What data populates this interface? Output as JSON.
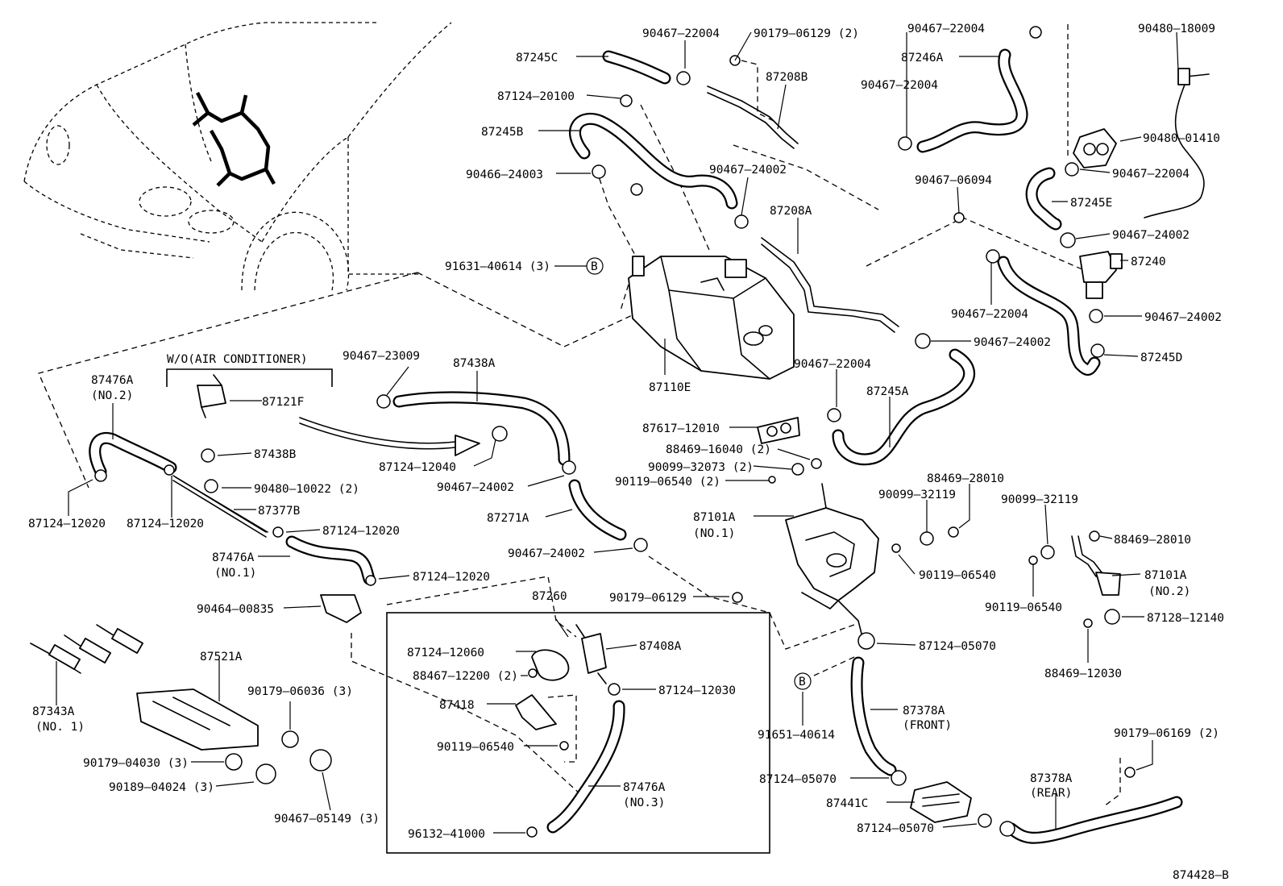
{
  "diagram_id": "874428–B",
  "section_heading": "W/O(AIR CONDITIONER)",
  "ref_marker": "B",
  "labels": {
    "87245C": "87245C",
    "90467_22004_a": "90467–22004",
    "90179_06129_2": "90179–06129 (2)",
    "87208B": "87208B",
    "87124_20100": "87124–20100",
    "87245B": "87245B",
    "90466_24003": "90466–24003",
    "90467_24002_a": "90467–24002",
    "87208A": "87208A",
    "91631_40614_3": "91631–40614 (3)",
    "87110E": "87110E",
    "90467_22004_b": "90467–22004",
    "87246A": "87246A",
    "90467_22004_c": "90467–22004",
    "90480_18009": "90480–18009",
    "90480_01410": "90480–01410",
    "90467_22004_d": "90467–22004",
    "90467_06094": "90467–06094",
    "87245E": "87245E",
    "90467_24002_b": "90467–24002",
    "87240": "87240",
    "90467_22004_e": "90467–22004",
    "90467_24002_c": "90467–24002",
    "87245D": "87245D",
    "90467_24002_d": "90467–24002",
    "90467_22004_f": "90467–22004",
    "87245A": "87245A",
    "87617_12010": "87617–12010",
    "88469_16040_2": "88469–16040 (2)",
    "90099_32073_2": "90099–32073 (2)",
    "90119_06540_2": "90119–06540 (2)",
    "88469_28010_a": "88469–28010",
    "90099_32119_a": "90099–32119",
    "87101A_NO1": "87101A",
    "no1": "(NO.1)",
    "90119_06540_a": "90119–06540",
    "90099_32119_b": "90099–32119",
    "88469_28010_b": "88469–28010",
    "87101A_NO2": "87101A",
    "no2": "(NO.2)",
    "90119_06540_b": "90119–06540",
    "87128_12140": "87128–12140",
    "88469_12030": "88469–12030",
    "87124_05070_a": "87124–05070",
    "91651_40614": "91651–40614",
    "87378A_FRONT": "87378A",
    "front": "(FRONT)",
    "87124_05070_b": "87124–05070",
    "87441C": "87441C",
    "87124_05070_c": "87124–05070",
    "90179_06169_2": "90179–06169 (2)",
    "87378A_REAR": "87378A",
    "rear": "(REAR)",
    "90467_23009": "90467–23009",
    "87438A": "87438A",
    "87121F": "87121F",
    "87124_12040": "87124–12040",
    "90467_24002_e": "90467–24002",
    "87271A": "87271A",
    "90467_24002_f": "90467–24002",
    "90179_06129": "90179–06129",
    "87260": "87260",
    "87124_12060": "87124–12060",
    "87408A": "87408A",
    "88467_12200_2": "88467–12200 (2)",
    "87124_12030": "87124–12030",
    "87418": "87418",
    "90119_06540_c": "90119–06540",
    "87476A_NO3": "87476A",
    "no3": "(NO.3)",
    "96132_41000": "96132–41000",
    "87476A_NO2": "87476A",
    "no2b": "(NO.2)",
    "87124_12020_a": "87124–12020",
    "87124_12020_b": "87124–12020",
    "87438B": "87438B",
    "90480_10022_2": "90480–10022 (2)",
    "87377B": "87377B",
    "87124_12020_c": "87124–12020",
    "87476A_NO1": "87476A",
    "no1b": "(NO.1)",
    "87124_12020_d": "87124–12020",
    "90464_00835": "90464–00835",
    "87521A": "87521A",
    "87343A": "87343A",
    "no1c": "(NO. 1)",
    "90179_06036_3": "90179–06036 (3)",
    "90179_04030_3": "90179–04030 (3)",
    "90189_04024_3": "90189–04024 (3)",
    "90467_05149_3": "90467–05149 (3)"
  }
}
